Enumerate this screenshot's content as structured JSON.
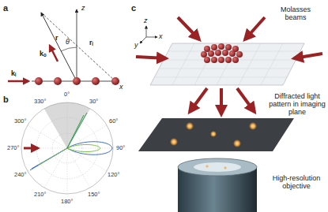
{
  "diagram": {
    "labels": [
      "a",
      "z",
      "r",
      "kₒ",
      "θ",
      "rᵢ",
      "kᵢ",
      "x",
      "b",
      "0°",
      "30°",
      "60°",
      "90°",
      "120°",
      "150°",
      "180°",
      "210°",
      "240°",
      "270°",
      "300°",
      "330°",
      "c",
      "Molasses beams",
      "Diffracted light pattern in imaging plane",
      "High-resolution objective",
      "y",
      "x",
      "z"
    ]
  }
}
